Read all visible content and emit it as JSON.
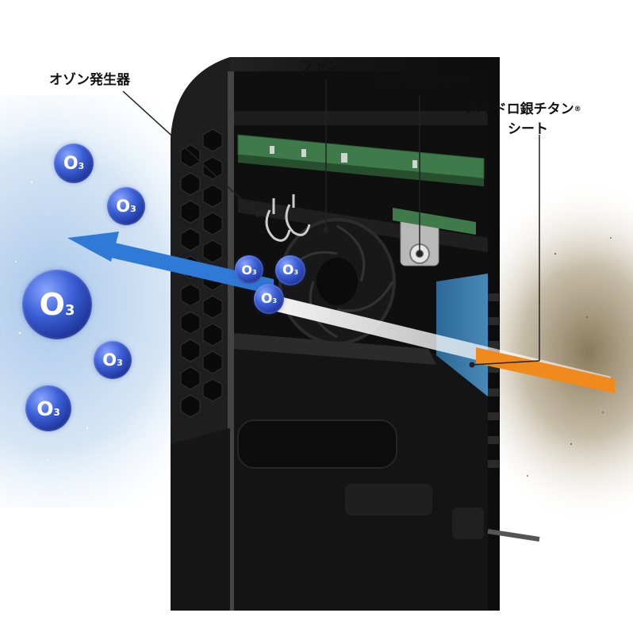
{
  "labels": {
    "ozone_generator": "オゾン発生器",
    "fan": "ファン",
    "odor_sensor": "ニオイセンサー",
    "hydro_silver_line1": "ハイドロ銀チタン",
    "hydro_silver_reg": "®",
    "hydro_silver_line2": "シート"
  },
  "ozone": {
    "letter": "O",
    "subscript": "3"
  },
  "colors": {
    "device_body": "#1b1b1b",
    "circuit_board": "#3f7a4a",
    "filter_sheet": "#3a78a8",
    "clean_air_arrow": "#2f7ad6",
    "dirty_air_arrow": "#f08a1c",
    "ozone_molecule": "#2a45b8"
  }
}
